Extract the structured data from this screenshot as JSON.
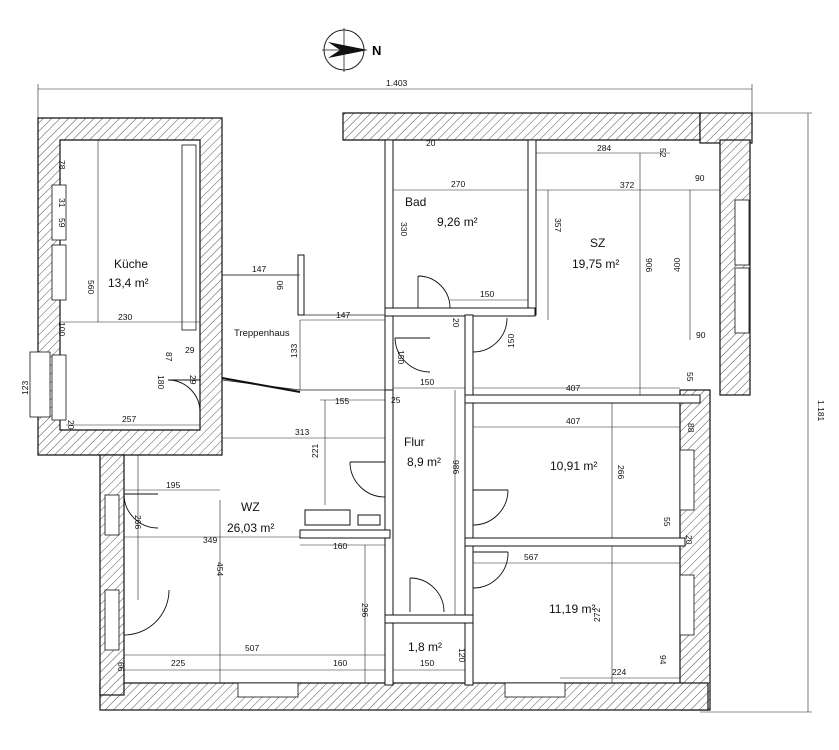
{
  "compass": {
    "label": "N"
  },
  "overall": {
    "width": "1.403",
    "height": "1.181"
  },
  "rooms": {
    "kueche": {
      "name": "Küche",
      "area": "13,4 m²"
    },
    "bad": {
      "name": "Bad",
      "area": "9,26 m²"
    },
    "sz": {
      "name": "SZ",
      "area": "19,75 m²"
    },
    "treppenhaus": {
      "name": "Treppenhaus"
    },
    "flur": {
      "name": "Flur",
      "area": "8,9 m²"
    },
    "wz": {
      "name": "WZ",
      "area": "26,03 m²"
    },
    "room5": {
      "area": "10,91 m²"
    },
    "room6": {
      "area": "11,19 m²"
    },
    "wc": {
      "area": "1,8 m²"
    }
  },
  "dimensions": {
    "k_78": "78",
    "k_31": "31",
    "k_59": "59",
    "k_560": "560",
    "k_100": "100",
    "k_230": "230",
    "k_87": "87",
    "k_29": "29",
    "k_180": "180",
    "k_29b": "29",
    "k_123": "123",
    "k_257": "257",
    "k_20": "20",
    "t_147a": "147",
    "t_90": "90",
    "t_147b": "147",
    "t_133": "133",
    "bad_270": "270",
    "bad_330": "330",
    "bad_150": "150",
    "bad_20": "20",
    "sz_284": "284",
    "sz_52": "52",
    "sz_372": "372",
    "sz_90a": "90",
    "sz_357": "357",
    "sz_906": "906",
    "sz_400": "400",
    "sz_90b": "90",
    "sz_407": "407",
    "sz_55a": "55",
    "f_20": "20",
    "f_150a": "150",
    "f_150b": "150",
    "f_150c": "150",
    "f_25": "25",
    "f_986": "986",
    "f_155": "155",
    "f_221": "221",
    "f_313": "313",
    "r5_407": "407",
    "r5_88": "88",
    "r5_266": "266",
    "r5_55": "55",
    "r5_20": "20",
    "r6_567": "567",
    "r6_272": "272",
    "r6_224": "224",
    "r6_94": "94",
    "wz_195": "195",
    "wz_266": "266",
    "wz_349": "349",
    "wz_160a": "160",
    "wz_454": "454",
    "wz_296": "296",
    "wz_507": "507",
    "wz_225": "225",
    "wz_160b": "160",
    "wz_66": "66",
    "wc_150": "150",
    "wc_120": "120"
  }
}
